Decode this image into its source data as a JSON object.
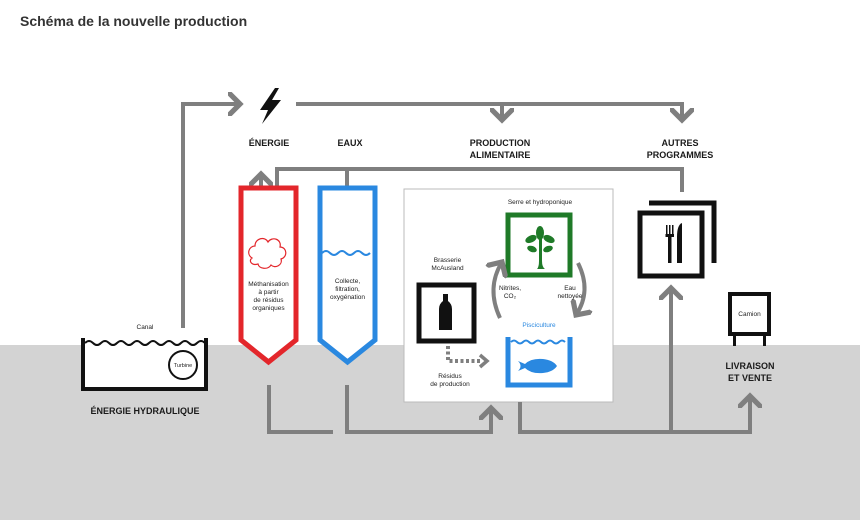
{
  "title": "Schéma de la nouvelle production",
  "colors": {
    "arrow": "#7f7f7f",
    "methanisation": "#e3262b",
    "water": "#2a88e0",
    "greenhouse": "#1f7a28",
    "ground": "#d3d3d3",
    "dark": "#111111"
  },
  "top_labels": {
    "energie": "ÉNERGIE",
    "eaux": "EAUX",
    "production_alimentaire": [
      "PRODUCTION",
      "ALIMENTAIRE"
    ],
    "autres_programmes": [
      "AUTRES",
      "PROGRAMMES"
    ]
  },
  "hydro": {
    "canal": "Canal",
    "turbine": "Turbine",
    "label": "ÉNERGIE HYDRAULIQUE"
  },
  "methanisation": {
    "text": [
      "Méthanisation",
      "à partir",
      "de résidus",
      "organiques"
    ]
  },
  "water_tank": {
    "text": [
      "Collecte,",
      "filtration,",
      "oxygénation"
    ]
  },
  "food_box": {
    "serre": "Serre et hydroponique",
    "brasserie": [
      "Brasserie",
      "McAusland"
    ],
    "nitrites": [
      "Nitrites,",
      "CO₂"
    ],
    "eau_nettoyee": [
      "Eau",
      "nettoyée"
    ],
    "pisciculture": "Pisciculture",
    "residus": [
      "Résidus",
      "de production"
    ]
  },
  "camion": "Camion",
  "livraison": [
    "LIVRAISON",
    "ET VENTE"
  ],
  "icons": [
    "lightning-bolt-icon",
    "cloud-icon",
    "water-wave-icon",
    "plant-icon",
    "bottle-icon",
    "fish-icon",
    "fork-knife-icon",
    "truck-icon",
    "turbine-icon"
  ]
}
